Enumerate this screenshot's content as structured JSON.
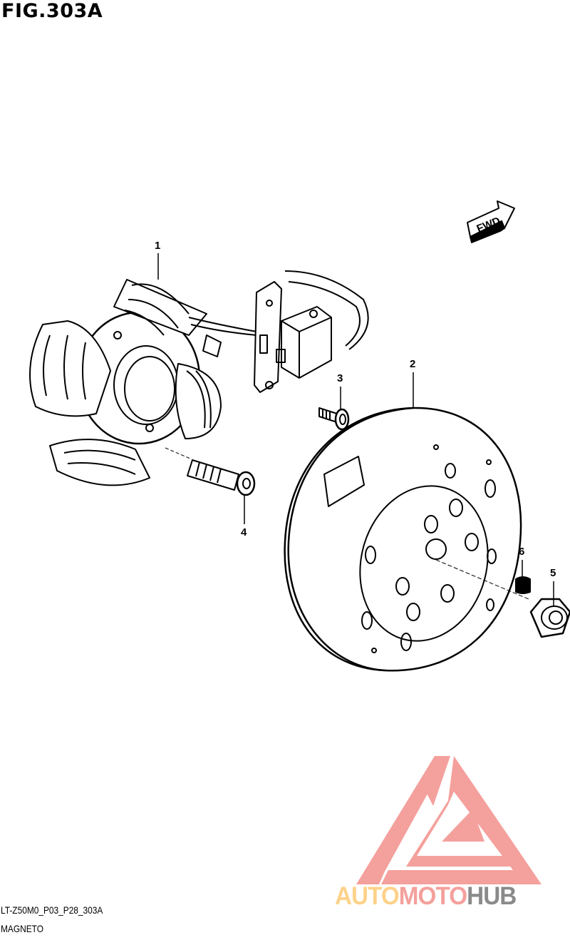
{
  "figure": {
    "title": "FIG.303A"
  },
  "direction_marker": {
    "label": "FWD"
  },
  "callouts": [
    {
      "number": "1",
      "part": "stator"
    },
    {
      "number": "2",
      "part": "rotor"
    },
    {
      "number": "3",
      "part": "screw"
    },
    {
      "number": "4",
      "part": "bolt"
    },
    {
      "number": "5",
      "part": "nut"
    },
    {
      "number": "6",
      "part": "key"
    }
  ],
  "footer": {
    "code": "LT-Z50M0_P03_P28_303A",
    "name": "MAGNETO"
  },
  "watermark": {
    "parts": [
      "AUTO",
      "MOTO",
      "HUB"
    ],
    "colors": {
      "auto": "#fdd28a",
      "moto": "#f4a09c",
      "hub": "#8a8a8a",
      "mark": "#f4a09c"
    }
  }
}
